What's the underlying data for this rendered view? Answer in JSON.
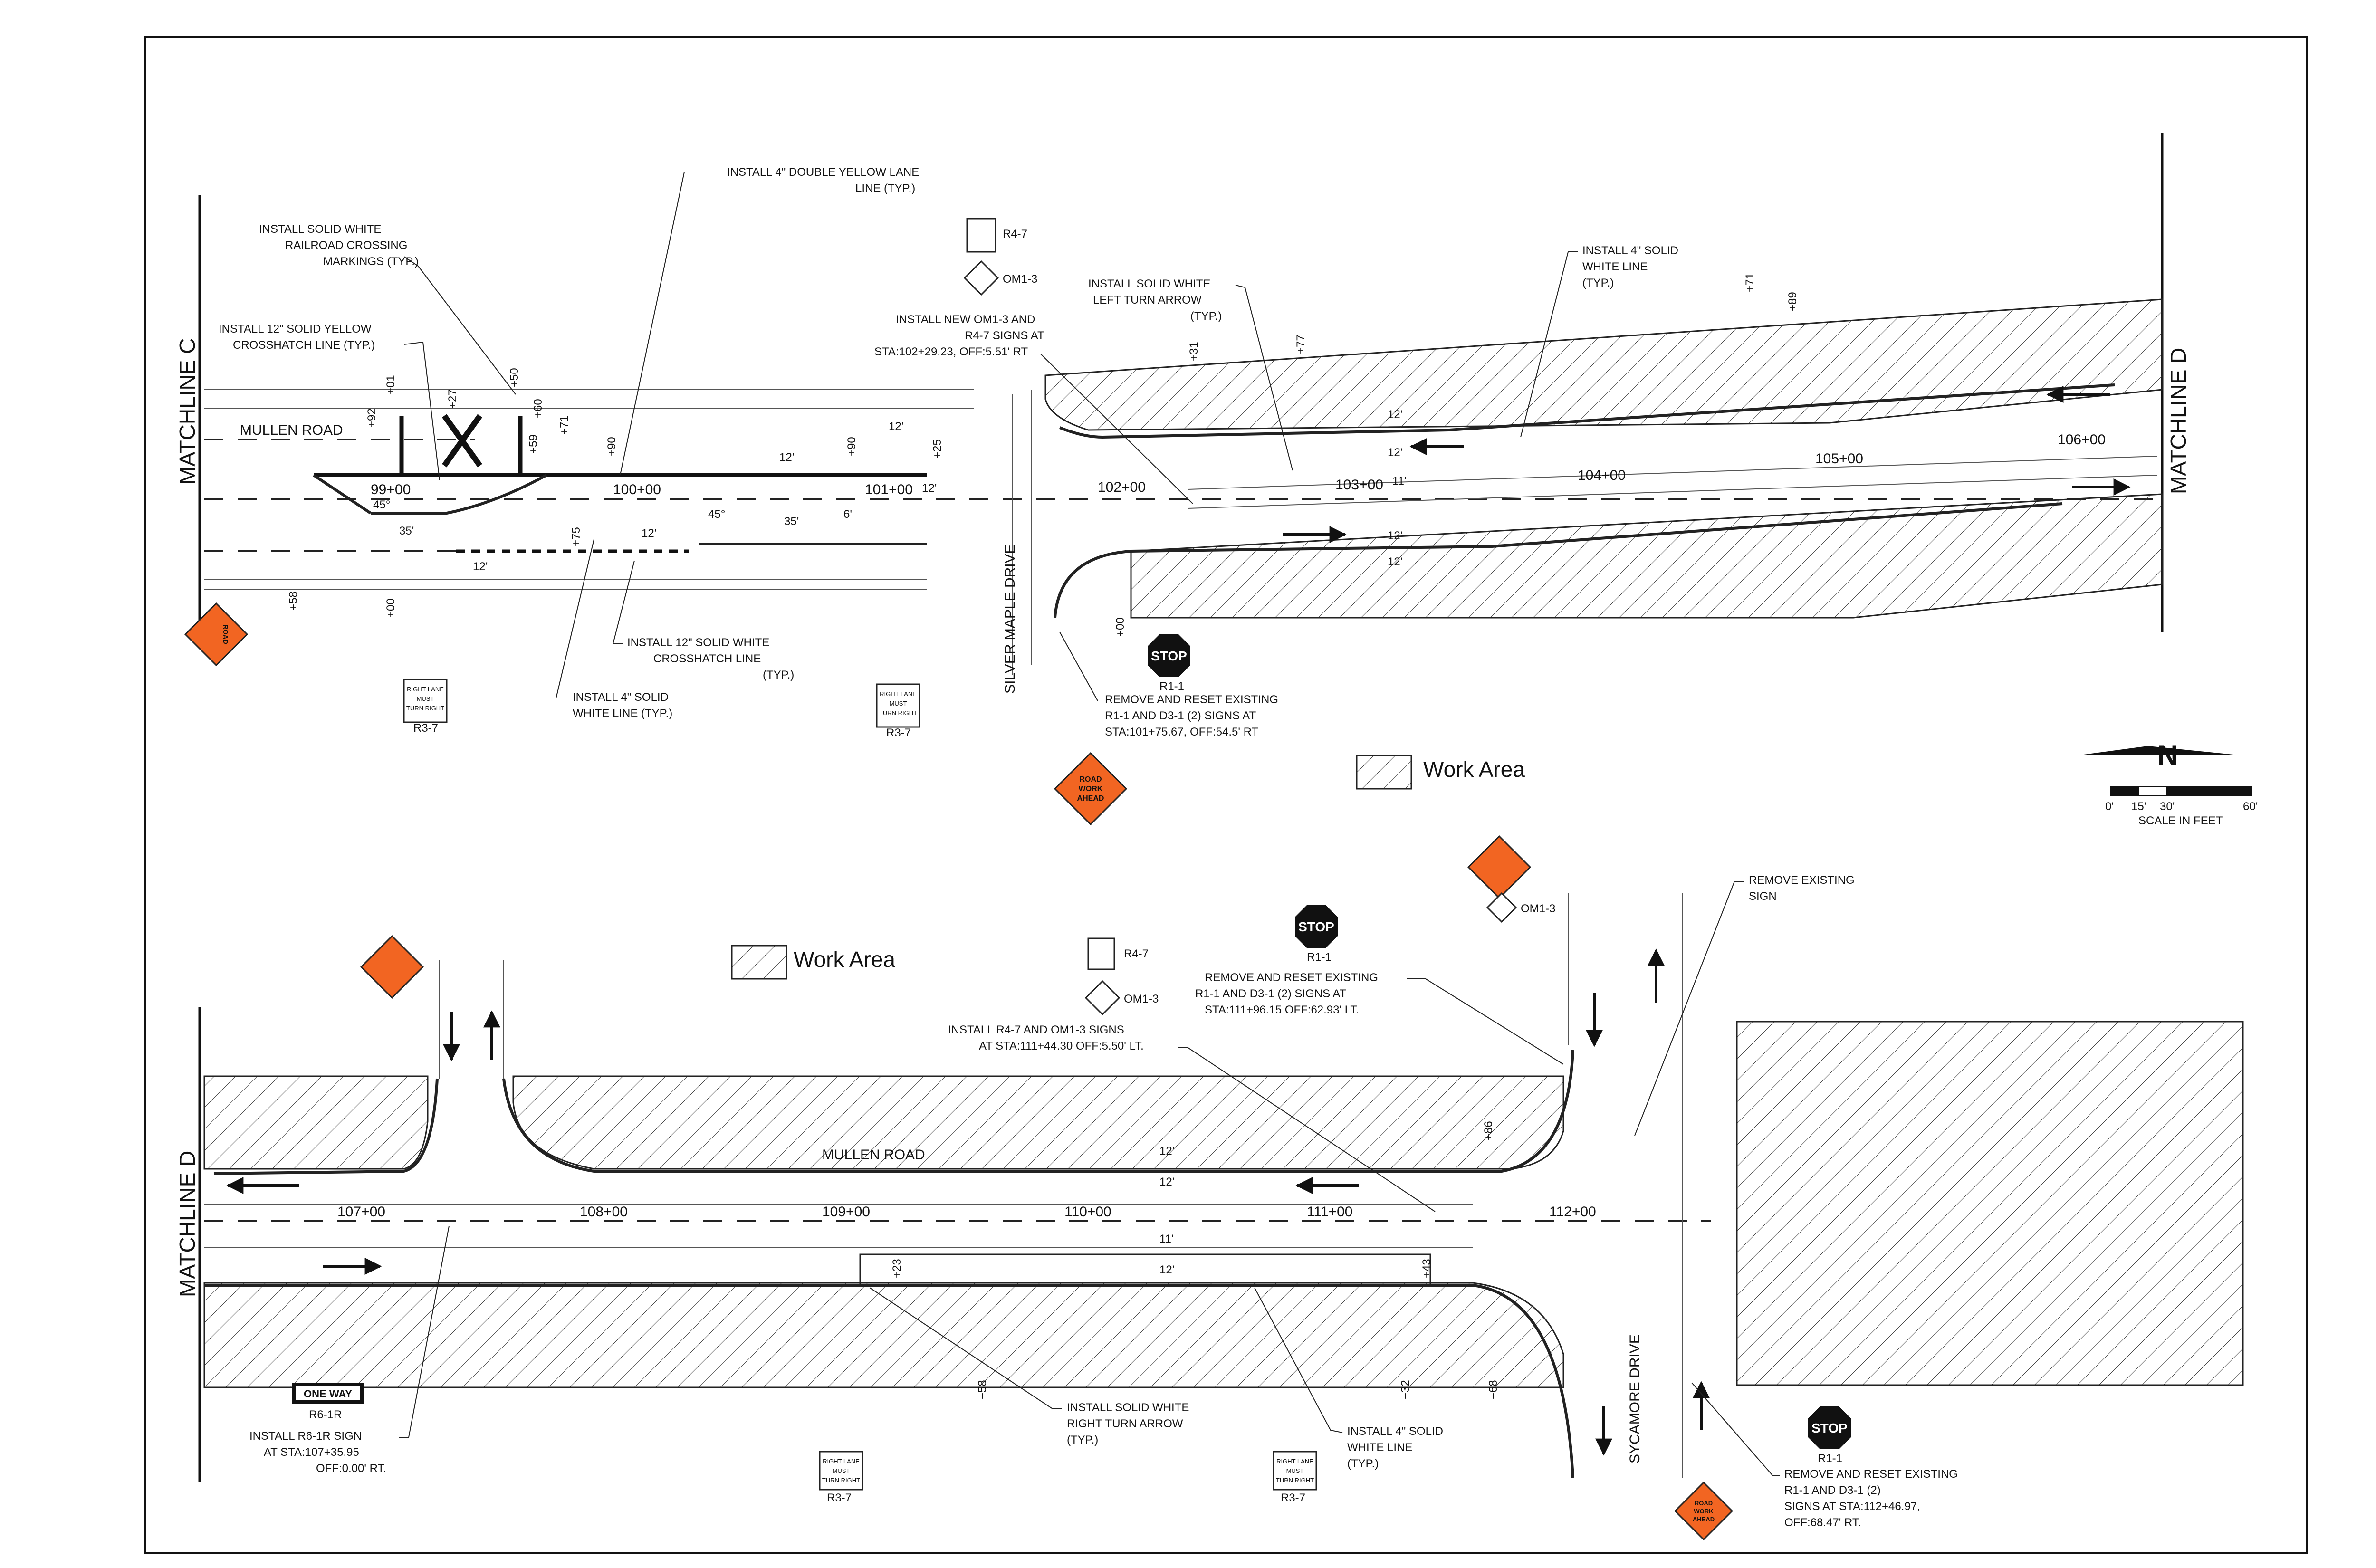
{
  "matchlines": {
    "c": "MATCHLINE C",
    "d_top": "MATCHLINE D",
    "d_bottom": "MATCHLINE D"
  },
  "roads": {
    "mullen_top": "MULLEN ROAD",
    "mullen_bottom": "MULLEN ROAD",
    "silver_maple": "SILVER MAPLE DRIVE",
    "sycamore": "SYCAMORE DRIVE"
  },
  "legend": {
    "work_area_top": "Work Area",
    "work_area_bottom": "Work Area"
  },
  "north": {
    "label": "N",
    "scale_ticks": [
      "0'",
      "15'",
      "30'",
      "60'"
    ],
    "scale_caption": "SCALE IN FEET"
  },
  "notes_top": {
    "double_yellow": [
      "INSTALL 4\" DOUBLE YELLOW LANE",
      "LINE (TYP.)"
    ],
    "rr_markings": [
      "INSTALL SOLID WHITE",
      "RAILROAD CROSSING",
      "MARKINGS (TYP.)"
    ],
    "yellow_xhatch": [
      "INSTALL 12\" SOLID YELLOW",
      "CROSSHATCH LINE (TYP.)"
    ],
    "om1_r47": [
      "INSTALL NEW OM1-3 AND",
      "R4-7 SIGNS AT",
      "STA:102+29.23, OFF:5.51' RT"
    ],
    "left_turn_arrow": [
      "INSTALL SOLID WHITE",
      "LEFT TURN ARROW",
      "(TYP.)"
    ],
    "white_line_top": [
      "INSTALL 4\" SOLID",
      "WHITE LINE",
      "(TYP.)"
    ],
    "white_xhatch": [
      "INSTALL 12\" SOLID WHITE",
      "CROSSHATCH LINE",
      "(TYP.)"
    ],
    "white_line_left": [
      "INSTALL 4\" SOLID",
      "WHITE LINE (TYP.)"
    ],
    "reset_r11": [
      "REMOVE AND RESET EXISTING",
      "R1-1 AND D3-1 (2) SIGNS AT",
      "STA:101+75.67, OFF:54.5' RT"
    ]
  },
  "notes_bottom": {
    "remove_sign": [
      "REMOVE EXISTING",
      "SIGN"
    ],
    "reset_r11_a": [
      "REMOVE AND RESET EXISTING",
      "R1-1 AND D3-1 (2) SIGNS AT",
      "STA:111+96.15 OFF:62.93' LT."
    ],
    "r47_om1": [
      "INSTALL R4-7 AND OM1-3 SIGNS",
      "AT STA:111+44.30 OFF:5.50' LT."
    ],
    "r61r": [
      "INSTALL R6-1R SIGN",
      "AT STA:107+35.95",
      "OFF:0.00' RT."
    ],
    "right_turn_arrow": [
      "INSTALL SOLID WHITE",
      "RIGHT TURN ARROW",
      "(TYP.)"
    ],
    "white_line": [
      "INSTALL 4\" SOLID",
      "WHITE LINE",
      "(TYP.)"
    ],
    "reset_r11_b": [
      "REMOVE AND RESET EXISTING",
      "R1-1 AND D3-1 (2)",
      "SIGNS AT STA:112+46.97,",
      "OFF:68.47' RT."
    ]
  },
  "signs": {
    "stop": "STOP",
    "road_work": [
      "ROAD",
      "WORK",
      "AHEAD"
    ],
    "right_lane": [
      "RIGHT LANE",
      "MUST",
      "TURN RIGHT"
    ],
    "one_way": "ONE WAY",
    "codes": {
      "r11": "R1-1",
      "r47": "R4-7",
      "om13": "OM1-3",
      "r37": "R3-7",
      "r61r": "R6-1R"
    }
  },
  "stations_top": [
    "99+00",
    "100+00",
    "101+00",
    "102+00",
    "103+00",
    "104+00",
    "105+00",
    "106+00"
  ],
  "stations_bottom": [
    "107+00",
    "108+00",
    "109+00",
    "110+00",
    "111+00",
    "112+00"
  ],
  "offsets_top": [
    "+92",
    "+01",
    "+27",
    "+50",
    "+60",
    "+59",
    "+71",
    "+90",
    "+75",
    "+00",
    "+58",
    "+90",
    "+25",
    "+31",
    "+77",
    "+71",
    "+89",
    "+00"
  ],
  "offsets_bottom": [
    "+86",
    "+23",
    "+43",
    "+58",
    "+32",
    "+68"
  ],
  "dims": {
    "d12": "12'",
    "d11": "11'",
    "d35": "35'",
    "d6": "6'",
    "a45": "45°"
  }
}
